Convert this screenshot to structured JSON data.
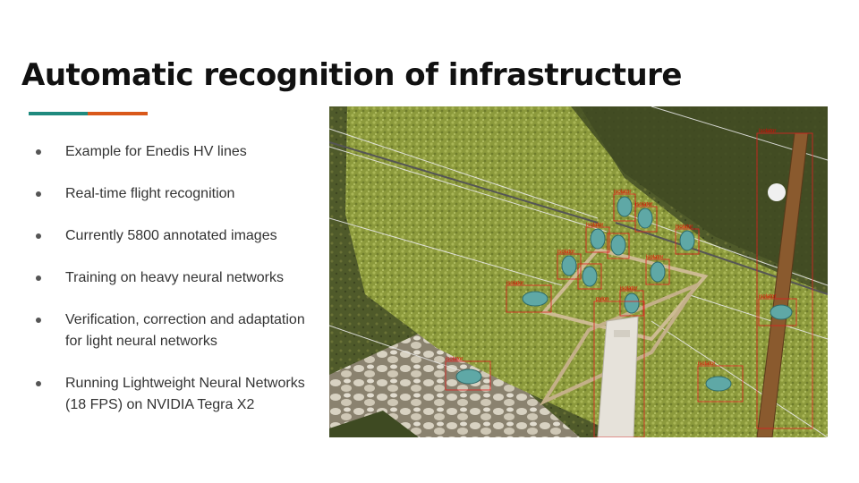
{
  "slide": {
    "title": "Automatic recognition of infrastructure",
    "accent_colors": [
      "#1f8a7e",
      "#d9581a"
    ]
  },
  "bullets": [
    {
      "text": "Example for Enedis HV lines"
    },
    {
      "text": "Real-time flight recognition"
    },
    {
      "text": "Currently 5800 annotated images"
    },
    {
      "text": "Training on heavy neural networks"
    },
    {
      "text": "Verification, correction and adaptation for light neural networks"
    },
    {
      "text": "Running Lightweight Neural Networks (18 FPS) on NVIDIA Tegra X2"
    }
  ],
  "image": {
    "description": "aerial-photo-power-pole-detections",
    "detection_box_color": "#e02020"
  }
}
